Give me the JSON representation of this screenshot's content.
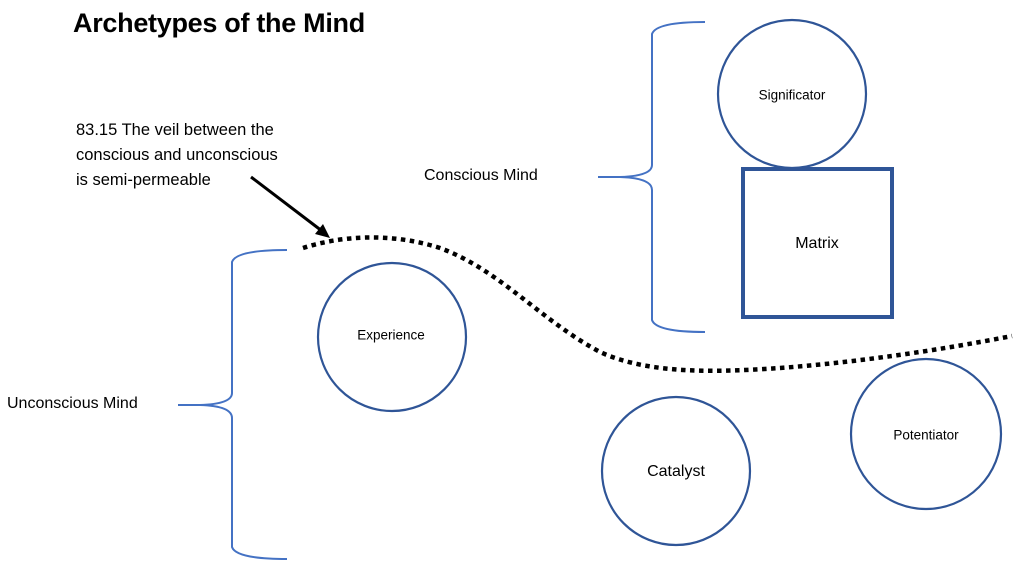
{
  "title": "Archetypes of the Mind",
  "annotation": {
    "lines": [
      "83.15 The veil between the",
      "conscious and unconscious",
      "is semi-permeable"
    ],
    "pointer_icon": "arrow-icon"
  },
  "groups": {
    "conscious": {
      "label": "Conscious Mind",
      "icon": "curly-brace-icon"
    },
    "unconscious": {
      "label": "Unconscious Mind",
      "icon": "curly-brace-icon"
    }
  },
  "veil": {
    "style": "dotted",
    "meaning": "veil between conscious and unconscious"
  },
  "archetypes": {
    "significator": {
      "label": "Significator",
      "shape": "circle"
    },
    "matrix": {
      "label": "Matrix",
      "shape": "square"
    },
    "experience": {
      "label": "Experience",
      "shape": "circle"
    },
    "catalyst": {
      "label": "Catalyst",
      "shape": "circle"
    },
    "potentiator": {
      "label": "Potentiator",
      "shape": "circle"
    }
  },
  "colors": {
    "shape_stroke": "#2f5597",
    "brace_stroke": "#4472c4",
    "text": "#000000",
    "veil": "#000000",
    "background": "#ffffff"
  }
}
